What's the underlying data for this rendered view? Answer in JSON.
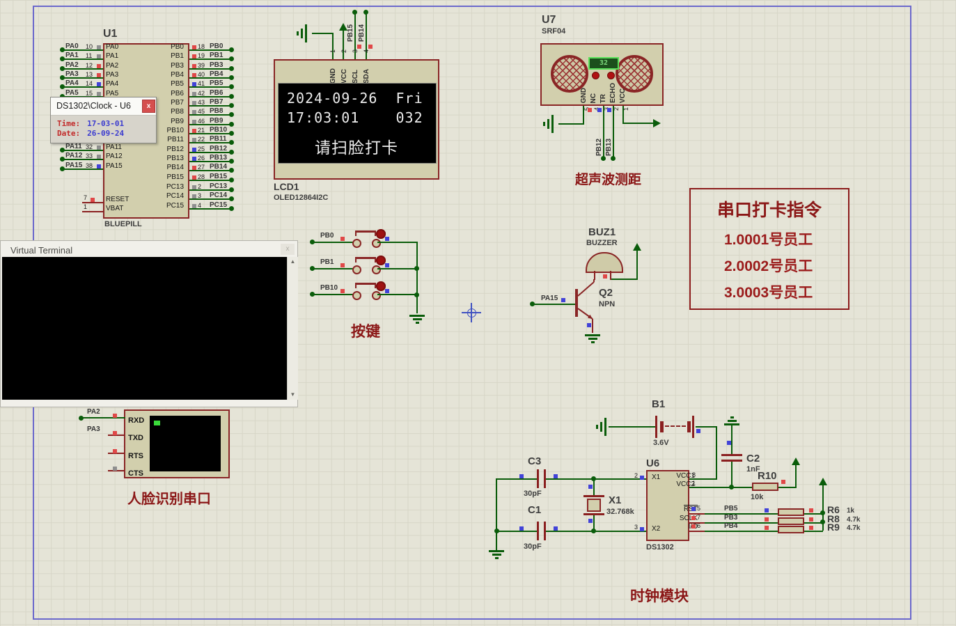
{
  "colors": {
    "wire": "#0a5c0a",
    "pin_stub": "#8a1f1f",
    "component_outline": "#892525",
    "component_fill": "#d2cfad",
    "annotation_red": "#8b1717",
    "sheet_border": "#6b68cc",
    "state_red": "#e04848",
    "state_blue": "#4243d8",
    "state_gray": "#8f8f8f"
  },
  "u1": {
    "ref": "U1",
    "model": "BLUEPILL",
    "pa_pins": [
      {
        "net": "PA0",
        "num": "10",
        "state": "gray"
      },
      {
        "net": "PA1",
        "num": "11",
        "state": "gray"
      },
      {
        "net": "PA2",
        "num": "12",
        "state": "red"
      },
      {
        "net": "PA3",
        "num": "13",
        "state": "red"
      },
      {
        "net": "PA4",
        "num": "14",
        "state": "blue"
      },
      {
        "net": "PA5",
        "num": "15",
        "state": "gray"
      }
    ],
    "pa_pins2": [
      {
        "net": "PA11",
        "num": "32",
        "state": "gray"
      },
      {
        "net": "PA12",
        "num": "33",
        "state": "gray"
      },
      {
        "net": "PA15",
        "num": "38",
        "state": "blue"
      }
    ],
    "pb_pins": [
      {
        "net": "PB0",
        "num": "18",
        "state": "red"
      },
      {
        "net": "PB1",
        "num": "19",
        "state": "red"
      },
      {
        "net": "PB3",
        "num": "39",
        "state": "red"
      },
      {
        "net": "PB4",
        "num": "40",
        "state": "red"
      },
      {
        "net": "PB5",
        "num": "41",
        "state": "blue"
      },
      {
        "net": "PB6",
        "num": "42",
        "state": "gray"
      },
      {
        "net": "PB7",
        "num": "43",
        "state": "gray"
      },
      {
        "net": "PB8",
        "num": "45",
        "state": "gray"
      },
      {
        "net": "PB9",
        "num": "46",
        "state": "gray"
      },
      {
        "net": "PB10",
        "num": "21",
        "state": "red"
      },
      {
        "net": "PB11",
        "num": "22",
        "state": "gray"
      },
      {
        "net": "PB12",
        "num": "25",
        "state": "blue"
      },
      {
        "net": "PB13",
        "num": "26",
        "state": "blue"
      },
      {
        "net": "PB14",
        "num": "27",
        "state": "red"
      },
      {
        "net": "PB15",
        "num": "28",
        "state": "red"
      }
    ],
    "pc_pins": [
      {
        "net": "PC13",
        "num": "2",
        "state": "gray"
      },
      {
        "net": "PC14",
        "num": "3",
        "state": "gray"
      },
      {
        "net": "PC15",
        "num": "4",
        "state": "gray"
      }
    ],
    "bottom_pins": [
      {
        "name": "RESET",
        "num": "7",
        "state": "red"
      },
      {
        "name": "VBAT",
        "num": "1"
      }
    ]
  },
  "tooltip": {
    "title": "DS1302\\Clock - U6",
    "close": "x",
    "time_label": "Time:",
    "time_value": "17-03-01",
    "date_label": "Date:",
    "date_value": "26-09-24"
  },
  "lcd": {
    "ref": "LCD1",
    "model": "OLED12864I2C",
    "line1": "2024-09-26  Fri",
    "line2": "17:03:01    032",
    "line3": "请扫脸打卡",
    "net_scl": "PB15",
    "net_sda": "PB14",
    "pins": [
      {
        "name": "GND",
        "num": "1"
      },
      {
        "name": "VCC",
        "num": "2"
      },
      {
        "name": "SCL",
        "num": "3",
        "state": "red"
      },
      {
        "name": "SDA",
        "num": "4",
        "state": "red"
      }
    ]
  },
  "srf04": {
    "ref": "U7",
    "model": "SRF04",
    "reading": "32",
    "net_tr": "PB12",
    "net_echo": "PB13",
    "caption": "超声波测距",
    "pins": [
      {
        "name": "GND",
        "num": "5"
      },
      {
        "name": "NC",
        "num": "4",
        "state": "red"
      },
      {
        "name": "TR",
        "num": "3",
        "state": "blue"
      },
      {
        "name": "ECHO",
        "num": "2",
        "state": "blue"
      },
      {
        "name": "VCC",
        "num": "1"
      }
    ]
  },
  "terminal": {
    "title": "Virtual Terminal",
    "close": "x",
    "scroll_up": "▲",
    "scroll_down": "▼"
  },
  "buttons": {
    "caption": "按键",
    "rows": [
      {
        "net": "PB0"
      },
      {
        "net": "PB1"
      },
      {
        "net": "PB10"
      }
    ]
  },
  "buzzer": {
    "ref": "BUZ1",
    "model": "BUZZER",
    "q_ref": "Q2",
    "q_model": "NPN",
    "net": "PA15"
  },
  "instructions": {
    "title": "串口打卡指令",
    "items": [
      "1.0001号员工",
      "2.0002号员工",
      "3.0003号员工"
    ]
  },
  "face": {
    "caption": "人脸识别串口",
    "pins": [
      {
        "name": "RXD",
        "net": "PA2",
        "state": "red"
      },
      {
        "name": "TXD",
        "net": "PA3",
        "state": "red"
      },
      {
        "name": "RTS",
        "state": "red"
      },
      {
        "name": "CTS",
        "state": "gray"
      }
    ]
  },
  "clock": {
    "caption": "时钟模块",
    "b1": {
      "ref": "B1",
      "value": "3.6V"
    },
    "c2": {
      "ref": "C2",
      "value": "1nF"
    },
    "c3": {
      "ref": "C3",
      "value": "30pF"
    },
    "c1": {
      "ref": "C1",
      "value": "30pF"
    },
    "x1": {
      "ref": "X1",
      "value": "32.768k"
    },
    "r10": {
      "ref": "R10",
      "value": "10k"
    },
    "u6": {
      "ref": "U6",
      "model": "DS1302",
      "left_pins": [
        {
          "name": "X1",
          "num": "2",
          "state": "blue"
        },
        {
          "name": "X2",
          "num": "3",
          "state": "blue"
        }
      ],
      "right_top": [
        {
          "name": "VCC1",
          "num": "8"
        },
        {
          "name": "VCC2",
          "num": "1"
        }
      ],
      "right_bot": [
        {
          "name": "RST",
          "num": "5",
          "state": "blue",
          "bar": "over"
        },
        {
          "name": "SCLK",
          "num": "7",
          "state": "red"
        },
        {
          "name": "I/O",
          "num": "6",
          "state": "red"
        }
      ]
    },
    "pulls": [
      {
        "net": "PB5",
        "mid": "blue",
        "ref": "R6",
        "value": "1k"
      },
      {
        "net": "PB3",
        "mid": "red",
        "ref": "R8",
        "value": "4.7k"
      },
      {
        "net": "PB4",
        "mid": "red",
        "ref": "R9",
        "value": "4.7k"
      }
    ]
  }
}
